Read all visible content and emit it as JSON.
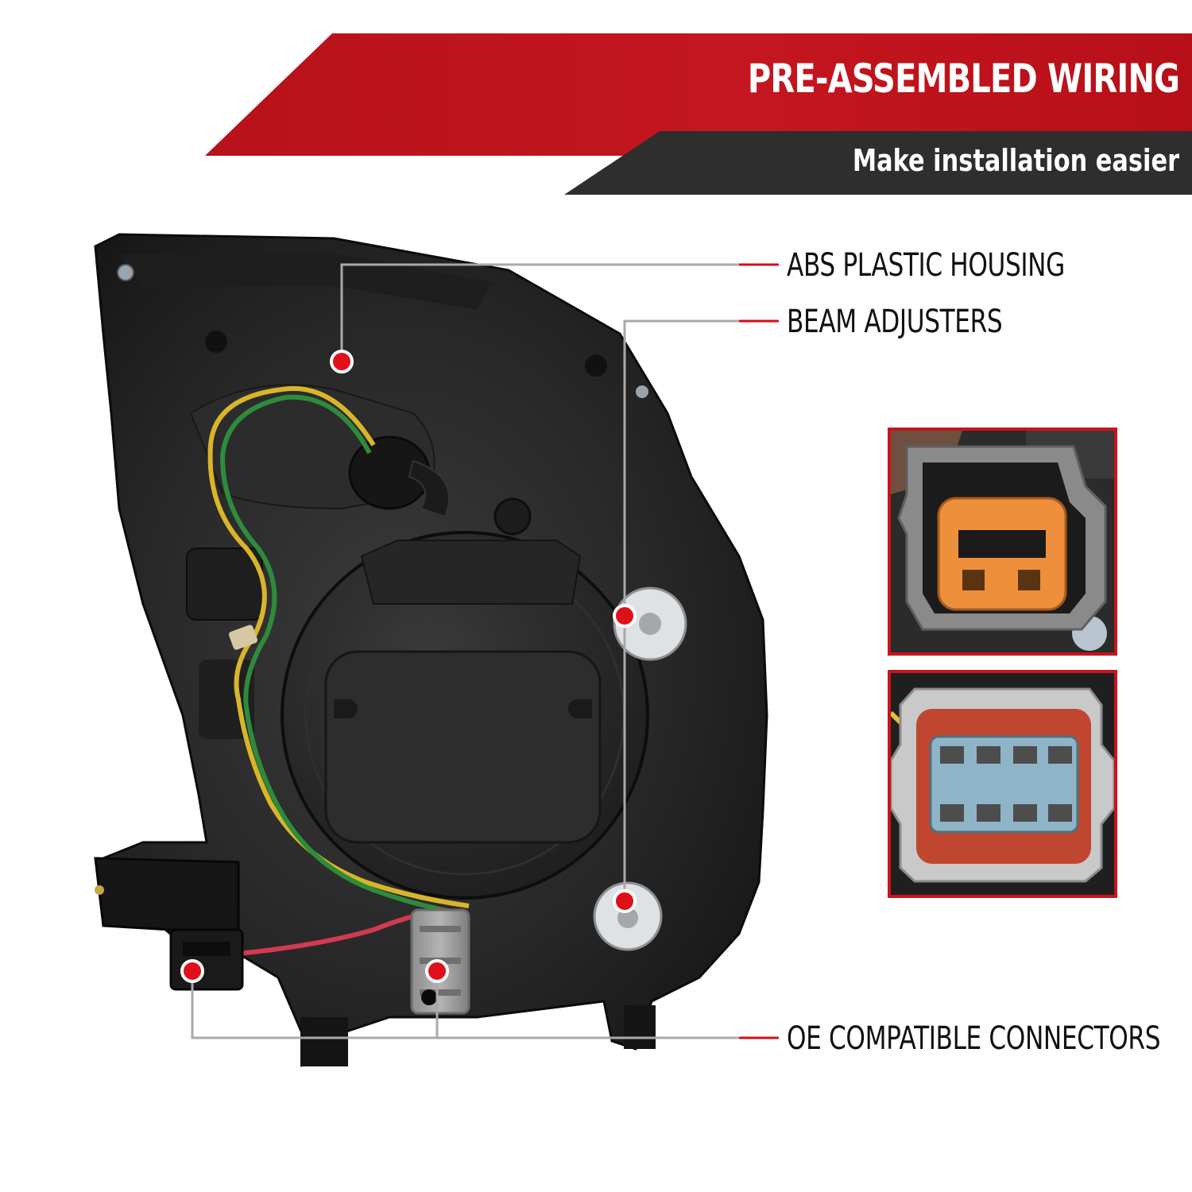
{
  "banner": {
    "title": "PRE-ASSEMBLED WIRING",
    "subtitle": "Make installation easier",
    "colors": {
      "red": "#c4161f",
      "dark": "#2e2e2e",
      "text": "#ffffff"
    }
  },
  "callouts": [
    {
      "id": "housing",
      "label": "ABS PLASTIC HOUSING"
    },
    {
      "id": "adjusters",
      "label": "BEAM ADJUSTERS"
    },
    {
      "id": "connectors",
      "label": "OE COMPATIBLE CONNECTORS"
    }
  ],
  "accent": {
    "marker": "#e0101a",
    "leader_line": "#a9a9a9",
    "inset_border": "#c8141c"
  },
  "insets": [
    {
      "id": "orange-connector",
      "icon": "two-pin-connector-icon"
    },
    {
      "id": "gray-connector",
      "icon": "multi-pin-connector-icon"
    }
  ]
}
